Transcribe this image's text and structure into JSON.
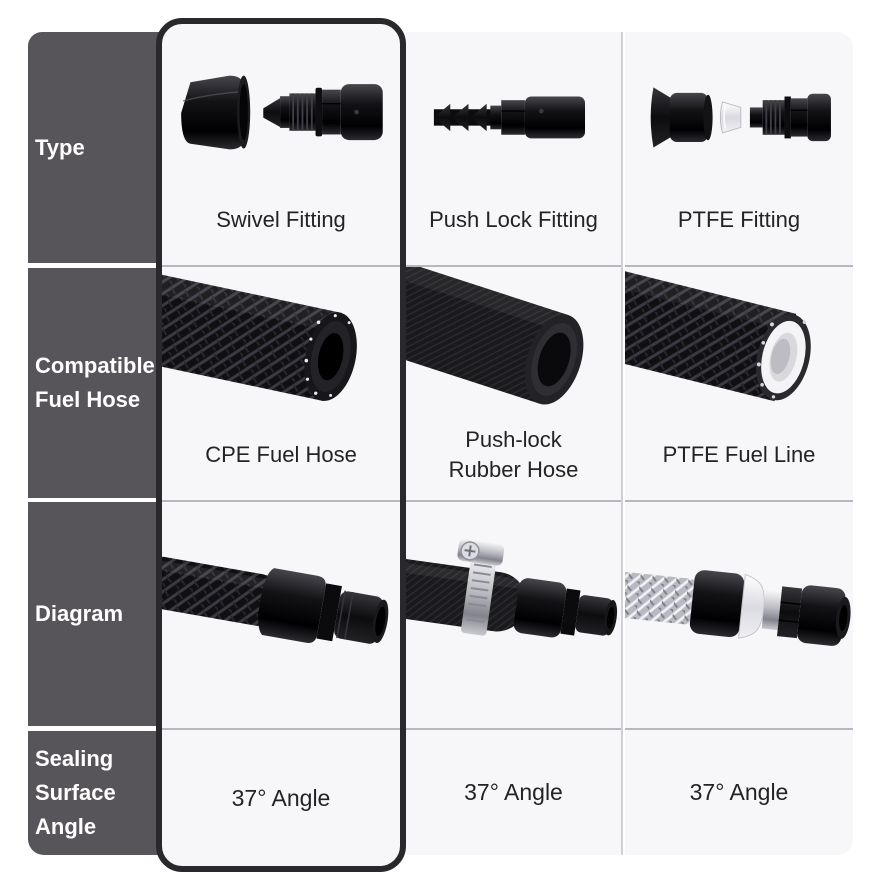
{
  "colors": {
    "row_header_bg": "#57545a",
    "row_header_text": "#ffffff",
    "cell_bg": "#f7f6f8",
    "highlight_frame": "#29282c",
    "separator": "#b9b7be",
    "caption_text": "#232326",
    "page_bg": "#ffffff"
  },
  "table": {
    "row_headers": [
      "Type",
      "Compatible Fuel Hose",
      "Diagram",
      "Sealing Surface Angle"
    ],
    "columns": [
      {
        "id": "swivel",
        "highlighted": true,
        "fitting_label": "Swivel Fitting",
        "hose_label": "CPE Fuel Hose",
        "angle_label": "37° Angle",
        "images": {
          "fitting": "swivel-fitting-photo",
          "hose": "cpe-fuel-hose-photo",
          "diagram": "swivel-assembly-photo"
        }
      },
      {
        "id": "push-lock",
        "highlighted": false,
        "fitting_label": "Push Lock Fitting",
        "hose_label": "Push-lock Rubber Hose",
        "angle_label": "37° Angle",
        "images": {
          "fitting": "push-lock-fitting-photo",
          "hose": "push-lock-rubber-hose-photo",
          "diagram": "push-lock-assembly-photo"
        }
      },
      {
        "id": "ptfe",
        "highlighted": false,
        "fitting_label": "PTFE Fitting",
        "hose_label": "PTFE Fuel Line",
        "angle_label": "37° Angle",
        "images": {
          "fitting": "ptfe-fitting-photo",
          "hose": "ptfe-fuel-line-photo",
          "diagram": "ptfe-assembly-photo"
        }
      }
    ]
  }
}
